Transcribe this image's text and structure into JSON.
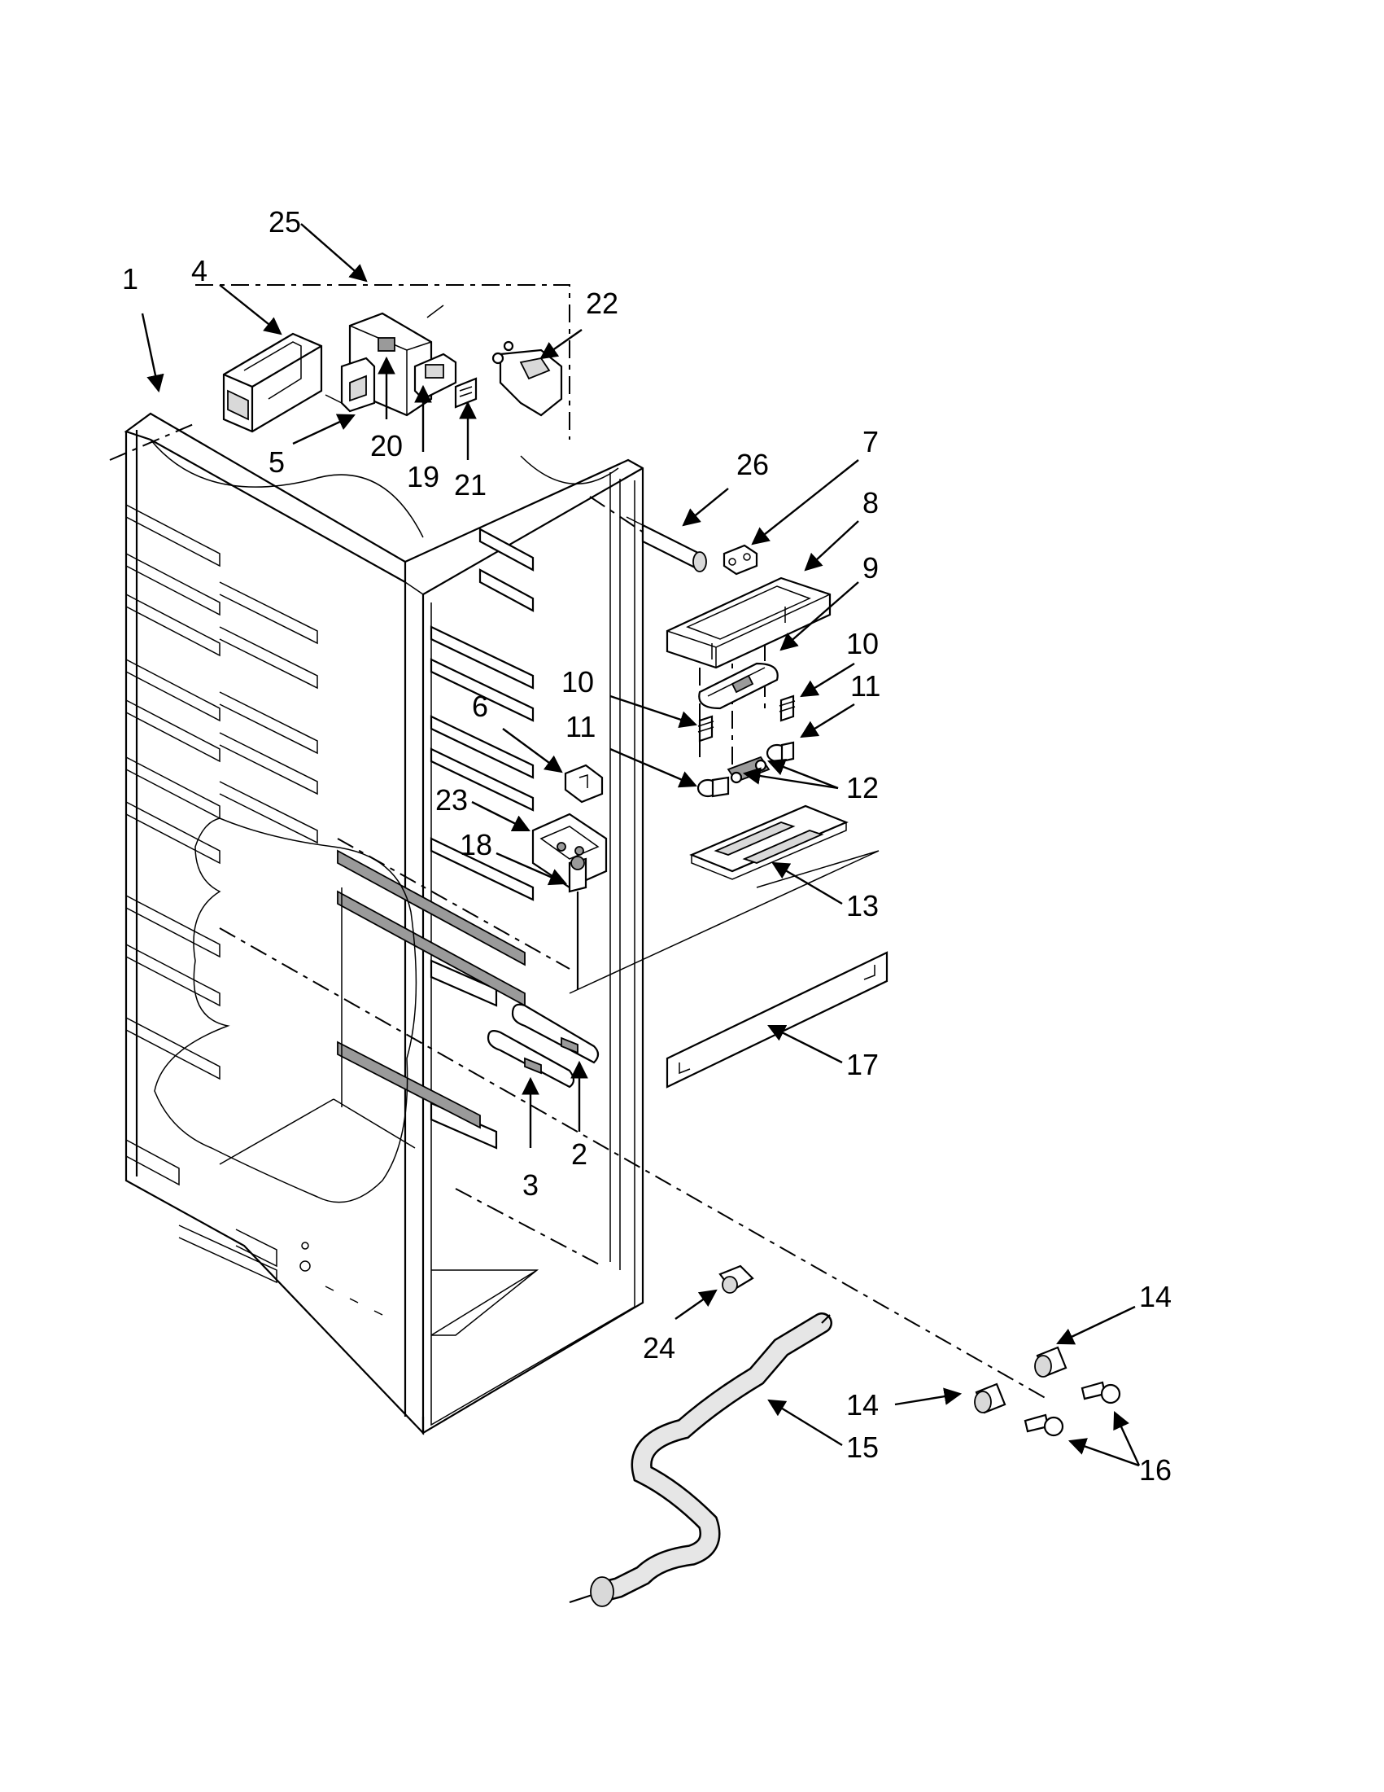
{
  "diagram": {
    "labels": [
      "25",
      "4",
      "22",
      "1",
      "5",
      "20",
      "19",
      "21",
      "26",
      "7",
      "8",
      "9",
      "10",
      "11",
      "10",
      "11",
      "12",
      "6",
      "23",
      "18",
      "13",
      "17",
      "2",
      "3",
      "14",
      "24",
      "14",
      "15",
      "16"
    ]
  }
}
